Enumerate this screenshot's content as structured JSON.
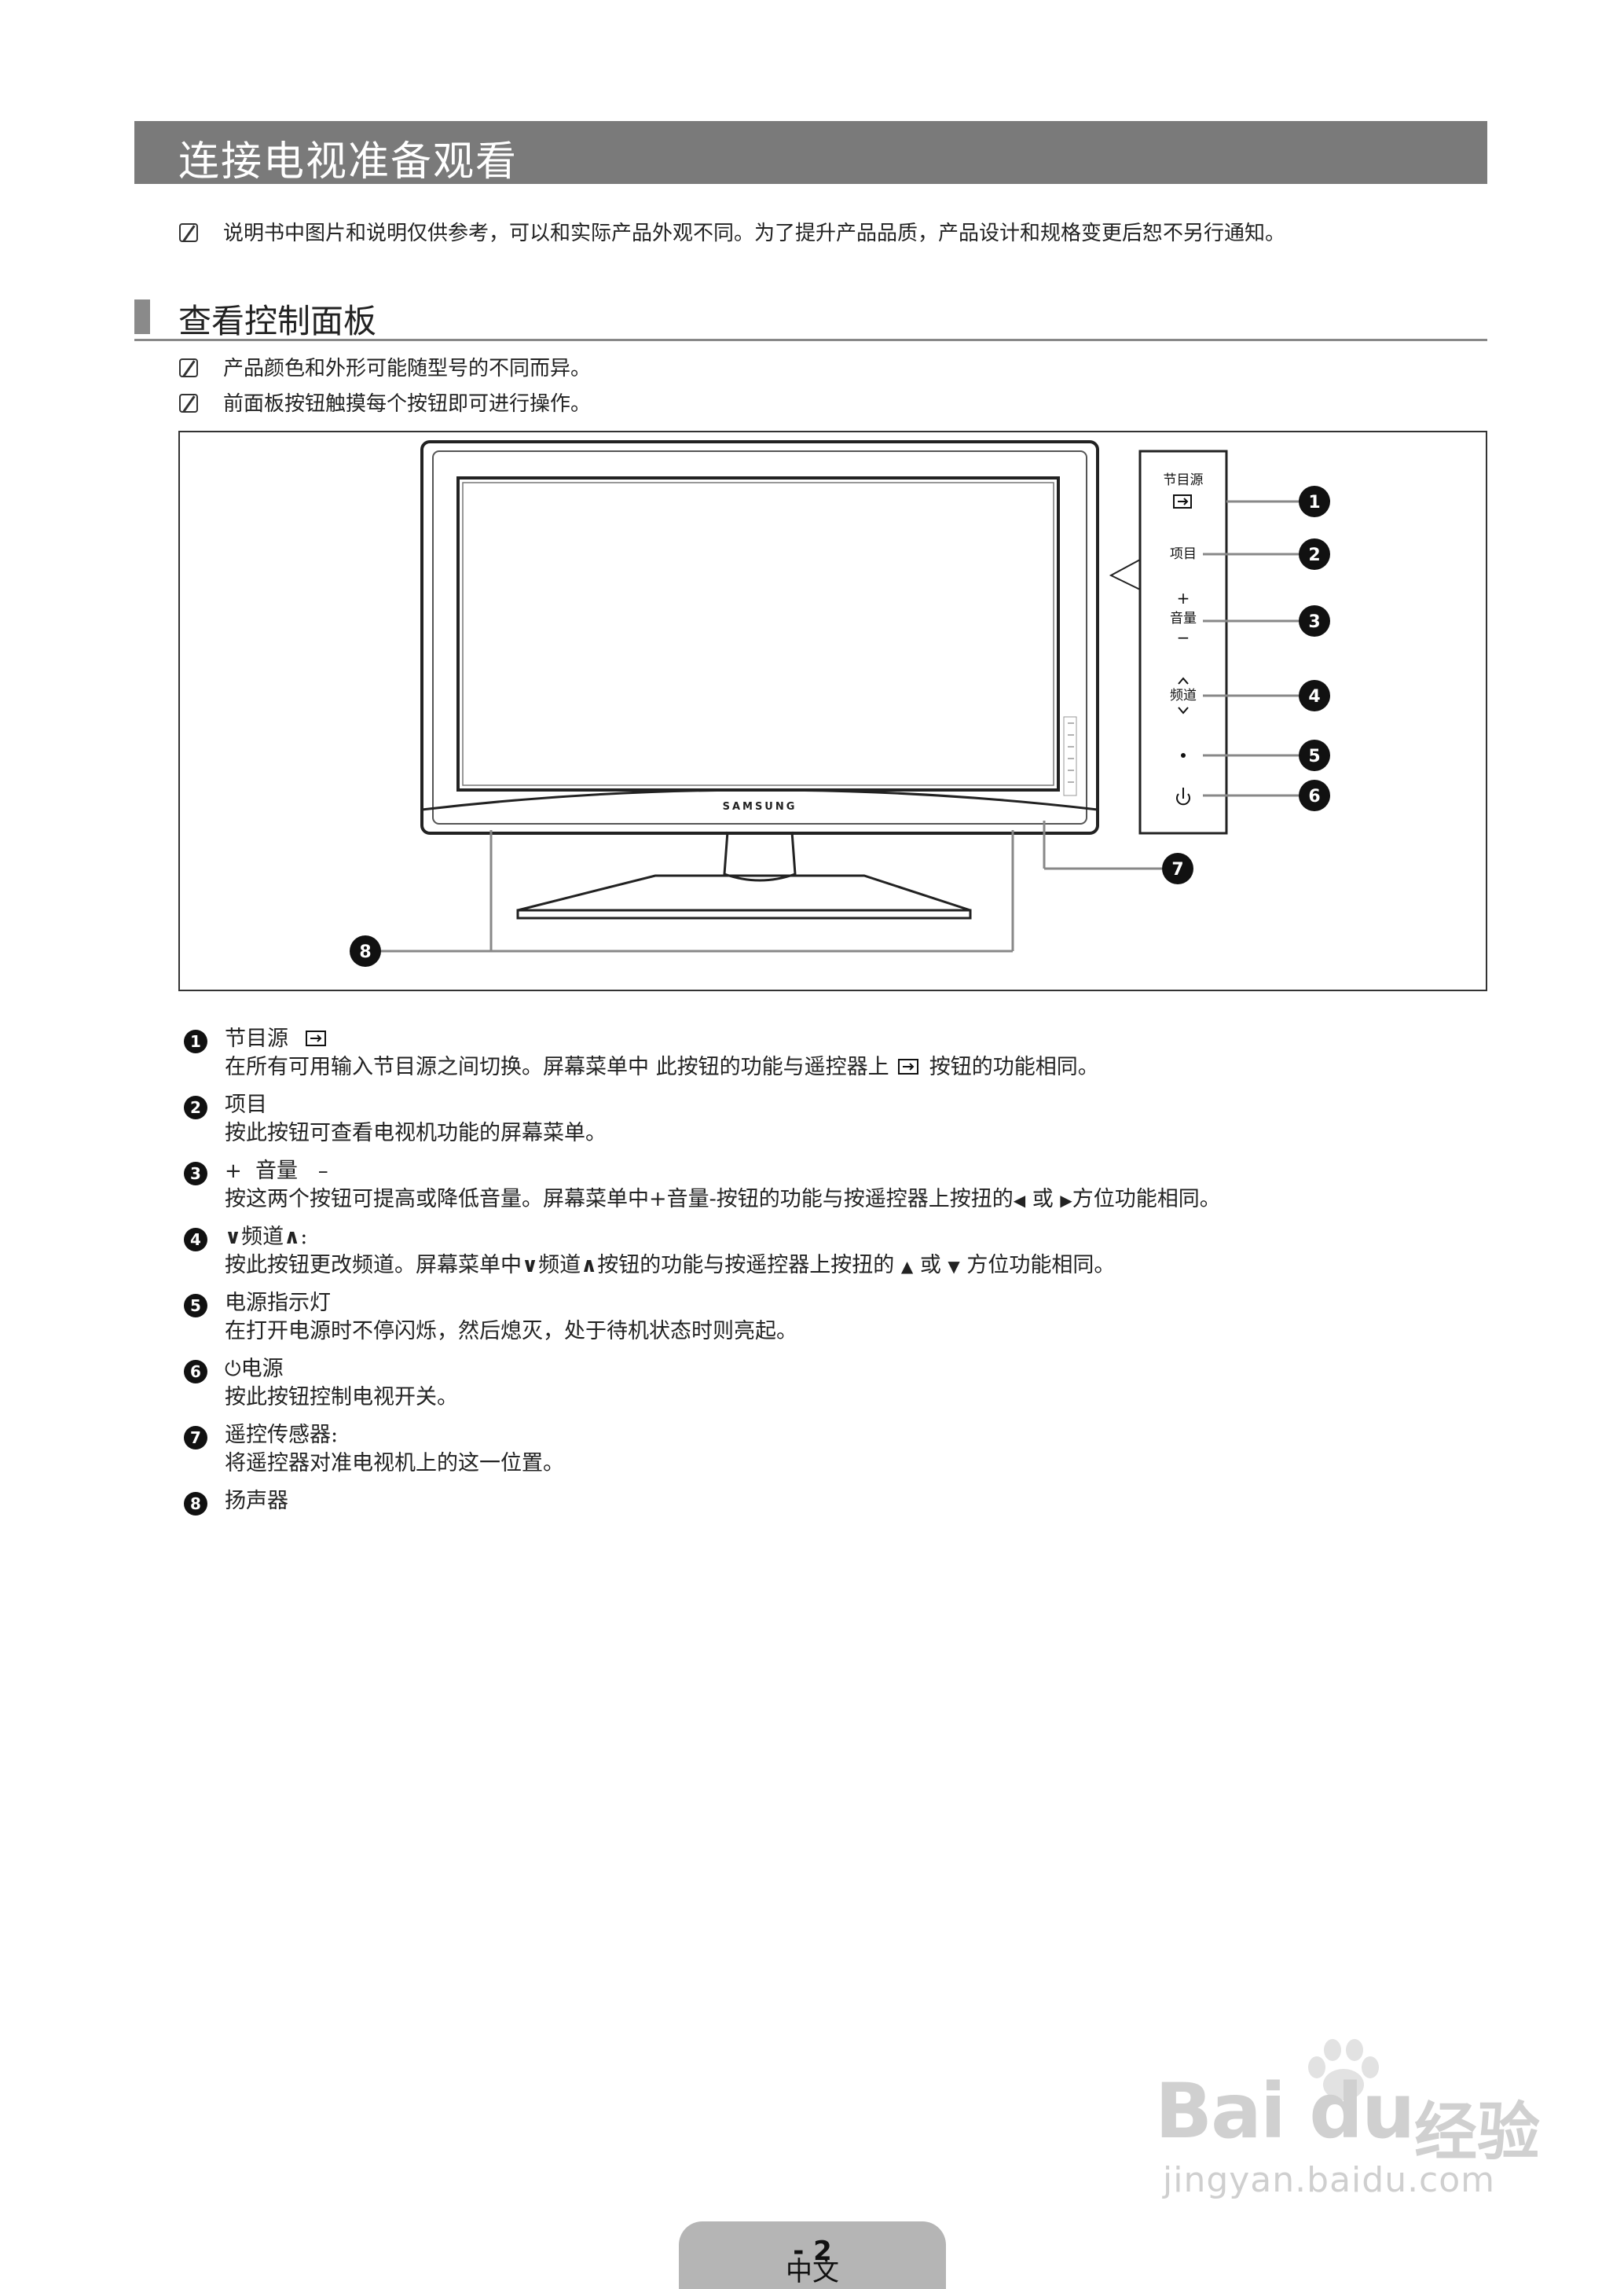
{
  "header": {
    "title": "连接电视准备观看"
  },
  "intro_note": "说明书中图片和说明仅供参考，可以和实际产品外观不同。为了提升产品品质，产品设计和规格变更后恕不另行通知。",
  "section": {
    "title": "查看控制面板",
    "notes": [
      "产品颜色和外形可能随型号的不同而异。",
      "前面板按钮触摸每个按钮即可进行操作。"
    ]
  },
  "diagram": {
    "brand": "SAMSUNG",
    "panel": {
      "source_label": "节目源",
      "menu_label": "项目",
      "plus": "+",
      "volume_label": "音量",
      "minus": "−",
      "up": "^",
      "channel_label": "频道",
      "down": "v",
      "dot": "•",
      "power_symbol": "⏻"
    },
    "callouts": [
      "1",
      "2",
      "3",
      "4",
      "5",
      "6",
      "7",
      "8"
    ]
  },
  "items": [
    {
      "num": "1",
      "title": "节目源",
      "desc_a": "在所有可用输入节目源之间切换。屏幕菜单中 此按钮的功能与遥控器上 ",
      "desc_b": " 按钮的功能相同。"
    },
    {
      "num": "2",
      "title": "项目",
      "desc": "按此按钮可查看电视机功能的屏幕菜单。"
    },
    {
      "num": "3",
      "plus": "+",
      "title": "音量",
      "minus": "–",
      "desc_a": "按这两个按钮可提高或降低音量。屏幕菜单中+音量-按钮的功能与按遥控器上按扭的",
      "left_tri": "◀",
      "or": "或",
      "right_tri": "▶",
      "desc_b": "方位功能相同。"
    },
    {
      "num": "4",
      "down": "∨",
      "title": "频道",
      "up": "∧",
      "colon": ":",
      "desc_a": "按此按钮更改频道。屏幕菜单中",
      "down2": "∨",
      "mid": "频道",
      "up2": "∧",
      "desc_b": "按钮的功能与按遥控器上按扭的 ",
      "up_tri": "▲",
      "or": " 或 ",
      "down_tri": "▼",
      "desc_c": " 方位功能相同。"
    },
    {
      "num": "5",
      "title": "电源指示灯",
      "desc": "在打开电源时不停闪烁，然后熄灭，处于待机状态时则亮起。"
    },
    {
      "num": "6",
      "power": "⏻",
      "title": "电源",
      "desc": "按此按钮控制电视开关。"
    },
    {
      "num": "7",
      "title": "遥控传感器:",
      "desc": "将遥控器对准电视机上的这一位置。"
    },
    {
      "num": "8",
      "title": "扬声器"
    }
  ],
  "watermark": {
    "logo": "Bai du",
    "logo_cn": "经验",
    "url": "jingyan.baidu.com"
  },
  "footer": {
    "lang": "中文",
    "sep": " - ",
    "page": "2"
  }
}
